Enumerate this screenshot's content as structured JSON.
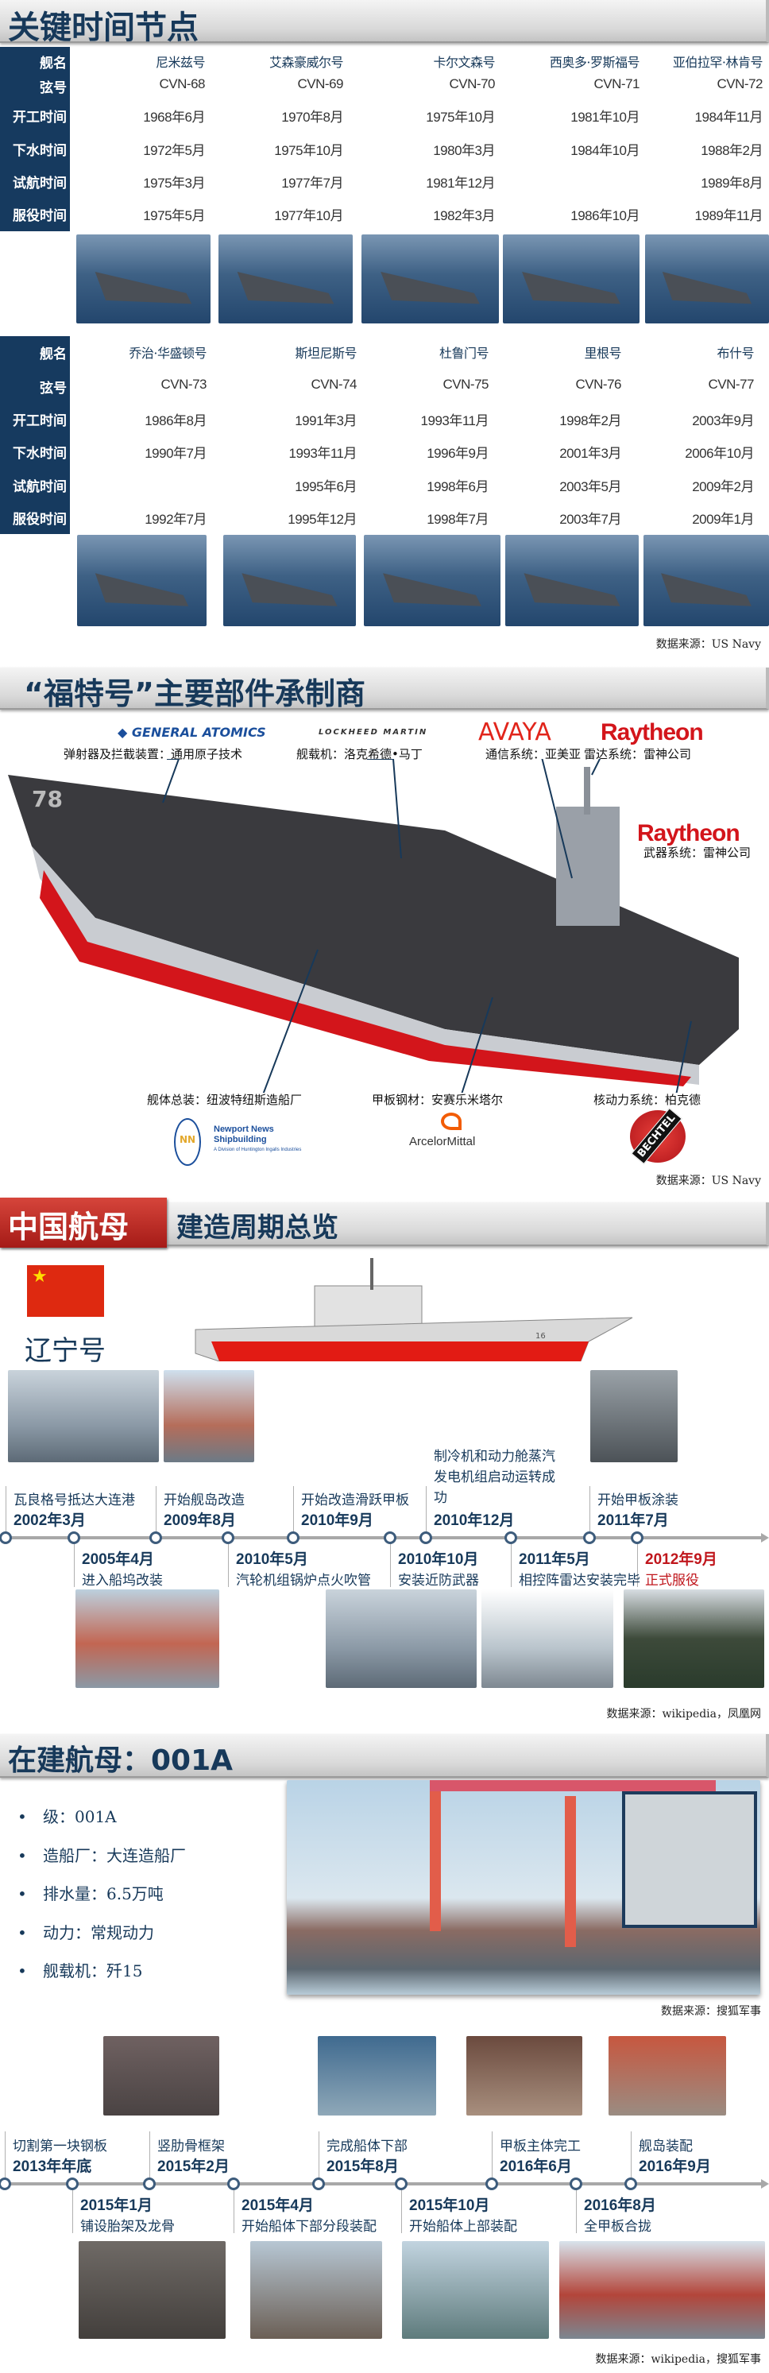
{
  "section1": {
    "title": "关键时间节点",
    "row_labels": [
      "舰名",
      "弦号",
      "开工时间",
      "下水时间",
      "试航时间",
      "服役时间"
    ],
    "table1": [
      [
        "尼米兹号",
        "CVN-68",
        "1968年6月",
        "1972年5月",
        "1975年3月",
        "1975年5月"
      ],
      [
        "艾森豪威尔号",
        "CVN-69",
        "1970年8月",
        "1975年10月",
        "1977年7月",
        "1977年10月"
      ],
      [
        "卡尔文森号",
        "CVN-70",
        "1975年10月",
        "1980年3月",
        "1981年12月",
        "1982年3月"
      ],
      [
        "西奥多·罗斯福号",
        "CVN-71",
        "1981年10月",
        "1984年10月",
        "",
        "1986年10月"
      ],
      [
        "亚伯拉罕·林肯号",
        "CVN-72",
        "1984年11月",
        "1988年2月",
        "1989年8月",
        "1989年11月"
      ]
    ],
    "table2": [
      [
        "乔治·华盛顿号",
        "CVN-73",
        "1986年8月",
        "1990年7月",
        "",
        "1992年7月"
      ],
      [
        "斯坦尼斯号",
        "CVN-74",
        "1991年3月",
        "1993年11月",
        "1995年6月",
        "1995年12月"
      ],
      [
        "杜鲁门号",
        "CVN-75",
        "1993年11月",
        "1996年9月",
        "1998年6月",
        "1998年7月"
      ],
      [
        "里根号",
        "CVN-76",
        "1998年2月",
        "2001年3月",
        "2003年5月",
        "2003年7月"
      ],
      [
        "布什号",
        "CVN-77",
        "2003年9月",
        "2006年10月",
        "2009年2月",
        "2009年1月"
      ]
    ],
    "source": "数据来源：US Navy"
  },
  "section2": {
    "title": "“福特号”主要部件承制商",
    "logos": {
      "general_atomics": "GENERAL ATOMICS",
      "lockheed": "LOCKHEED MARTIN",
      "avaya": "AVAYA",
      "raytheon": "Raytheon",
      "newport": "Newport News",
      "newport2": "Shipbuilding",
      "newport3": "A Division of Huntington Ingalls Industries",
      "arcelor": "ArcelorMittal",
      "bechtel": "BECHTEL"
    },
    "callouts": {
      "catapult": "弹射器及拦截装置：通用原子技术",
      "aircraft": "舰载机：洛克希德•马丁",
      "comms": "通信系统：亚美亚",
      "radar": "雷达系统：雷神公司",
      "weapons": "武器系统：雷神公司",
      "hull": "舰体总装：纽波特纽斯造船厂",
      "deck_steel": "甲板钢材：安赛乐米塔尔",
      "nuclear": "核动力系统：柏克德"
    },
    "hull_number": "78",
    "source": "数据来源：US Navy",
    "colors": {
      "hull_red": "#d3151b",
      "deck": "#2f2f33",
      "accent": "#17395a"
    }
  },
  "section3": {
    "title_tag": "中国航母",
    "title": "建造周期总览",
    "ship_name": "辽宁号",
    "hull_number": "16",
    "timeline": [
      {
        "date": "2002年3月",
        "text": "瓦良格号抵达大连港",
        "pos": "top"
      },
      {
        "date": "2005年4月",
        "text": "进入船坞改装",
        "pos": "bottom"
      },
      {
        "date": "2009年8月",
        "text": "开始舰岛改造",
        "pos": "top"
      },
      {
        "date": "2010年5月",
        "text": "汽轮机组锅炉点火吹管",
        "pos": "bottom"
      },
      {
        "date": "2010年9月",
        "text": "开始改造滑跃甲板",
        "pos": "top"
      },
      {
        "date": "2010年10月",
        "text": "安装近防武器",
        "pos": "bottom"
      },
      {
        "date": "2010年12月",
        "text": "制冷机和动力舱蒸汽发电机组启动运转成功",
        "pos": "top"
      },
      {
        "date": "2011年5月",
        "text": "相控阵雷达安装完毕",
        "pos": "bottom"
      },
      {
        "date": "2011年7月",
        "text": "开始甲板涂装",
        "pos": "top"
      },
      {
        "date": "2012年9月",
        "text": "正式服役",
        "pos": "bottom",
        "highlight": true
      }
    ],
    "highlight_color": "#c0161c",
    "source": "数据来源：wikipedia，凤凰网"
  },
  "section4": {
    "title": "在建航母：001A",
    "specs": [
      "级：001A",
      "造船厂：大连造船厂",
      "排水量：6.5万吨",
      "动力：常规动力",
      "舰载机：歼15"
    ],
    "photo_source": "数据来源：搜狐军事",
    "timeline": [
      {
        "date": "2013年年底",
        "text": "切割第一块钢板",
        "pos": "top"
      },
      {
        "date": "2015年1月",
        "text": "铺设胎架及龙骨",
        "pos": "bottom"
      },
      {
        "date": "2015年2月",
        "text": "竖肋骨框架",
        "pos": "top"
      },
      {
        "date": "2015年4月",
        "text": "开始船体下部分段装配",
        "pos": "bottom"
      },
      {
        "date": "2015年8月",
        "text": "完成船体下部",
        "pos": "top"
      },
      {
        "date": "2015年10月",
        "text": "开始船体上部装配",
        "pos": "bottom"
      },
      {
        "date": "2016年6月",
        "text": "甲板主体完工",
        "pos": "top"
      },
      {
        "date": "2016年8月",
        "text": "全甲板合拢",
        "pos": "bottom"
      },
      {
        "date": "2016年9月",
        "text": "舰岛装配",
        "pos": "top"
      }
    ],
    "source": "数据来源：wikipedia，搜狐军事"
  }
}
